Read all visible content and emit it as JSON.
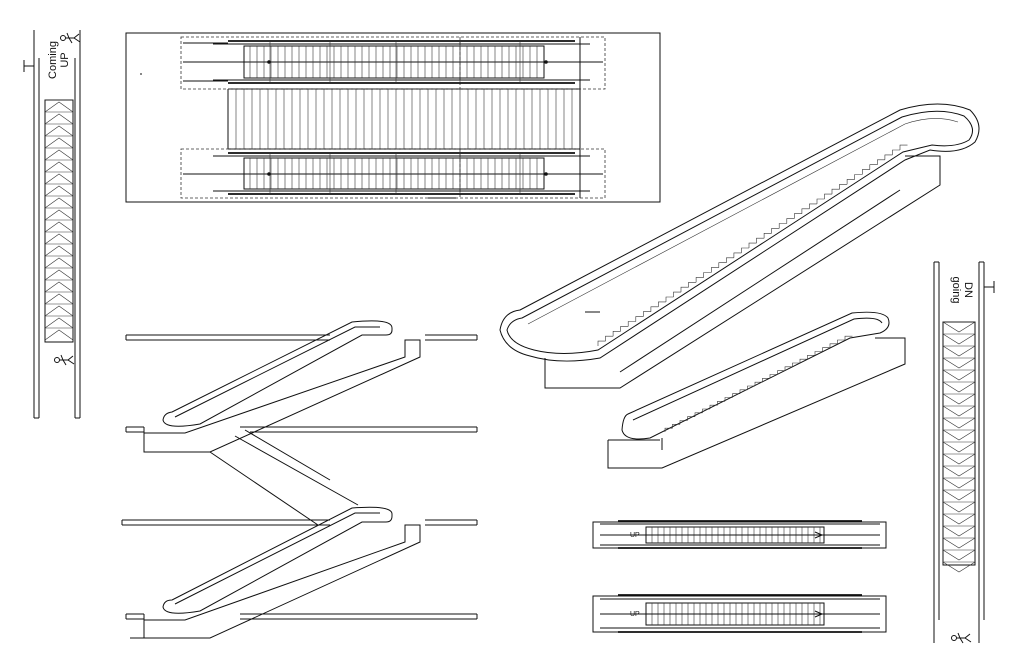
{
  "labels": {
    "coming_up_line1": "Coming",
    "coming_up_line2": "UP",
    "going_dn_line1": "going",
    "going_dn_line2": "DN",
    "plan_up_1": "UP",
    "plan_up_2": "UP"
  },
  "colors": {
    "line": "#111111",
    "background": "#ffffff"
  }
}
